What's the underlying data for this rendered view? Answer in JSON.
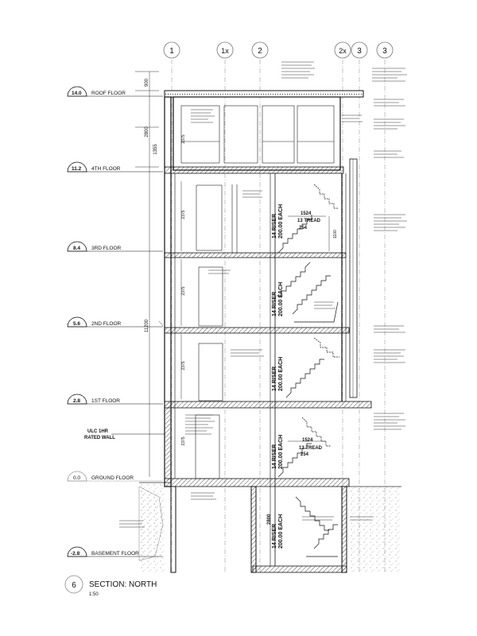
{
  "title": {
    "number": "6",
    "name": "SECTION: NORTH",
    "scale": "1:50"
  },
  "grid_lines": [
    {
      "label": "1"
    },
    {
      "label": "1x"
    },
    {
      "label": "2"
    },
    {
      "label": "2x"
    },
    {
      "label": "3"
    },
    {
      "label": "3"
    }
  ],
  "levels": [
    {
      "value": "14.0",
      "name": "ROOF FLOOR"
    },
    {
      "value": "11.2",
      "name": "4TH FLOOR"
    },
    {
      "value": "8.4",
      "name": "3RD FLOOR"
    },
    {
      "value": "5.6",
      "name": "2ND FLOOR"
    },
    {
      "value": "2.8",
      "name": "1ST FLOOR"
    },
    {
      "value": "0.0",
      "name": "GROUND FLOOR"
    },
    {
      "value": "-2.8",
      "name": "BASEMENT FLOOR"
    }
  ],
  "dimensions": {
    "parapet": "900",
    "fourth_storey": "2800",
    "fourth_sub": "1355",
    "overall": "11200"
  },
  "wall_note": {
    "line1": "ULC 1HR",
    "line2": "RATED WALL"
  },
  "stairs": {
    "upper_risers": "14 RISER",
    "upper_each": "200.00 EACH",
    "upper_treads": "13 TREAD",
    "upper_tread_depth": "254",
    "upper_run": "1524",
    "upper_height": "1100",
    "mid_risers": "14 RISER",
    "mid_each": "200.00 EACH",
    "second_risers": "14 RISER",
    "second_each": "200.00 EACH",
    "ground_risers": "14 RISER",
    "ground_each": "200.00 EACH",
    "ground_treads": "13 TREAD",
    "ground_tread_depth": "254",
    "ground_run": "1524",
    "basement_risers": "14 RISER",
    "basement_each": "200.00 EACH"
  },
  "dim_values": {
    "fourth_ceiling": "2375",
    "third_ceiling": "2375",
    "second_ceiling": "2375",
    "first_ceiling": "2375",
    "roof_height": "2375",
    "stair_dim": "2800"
  }
}
